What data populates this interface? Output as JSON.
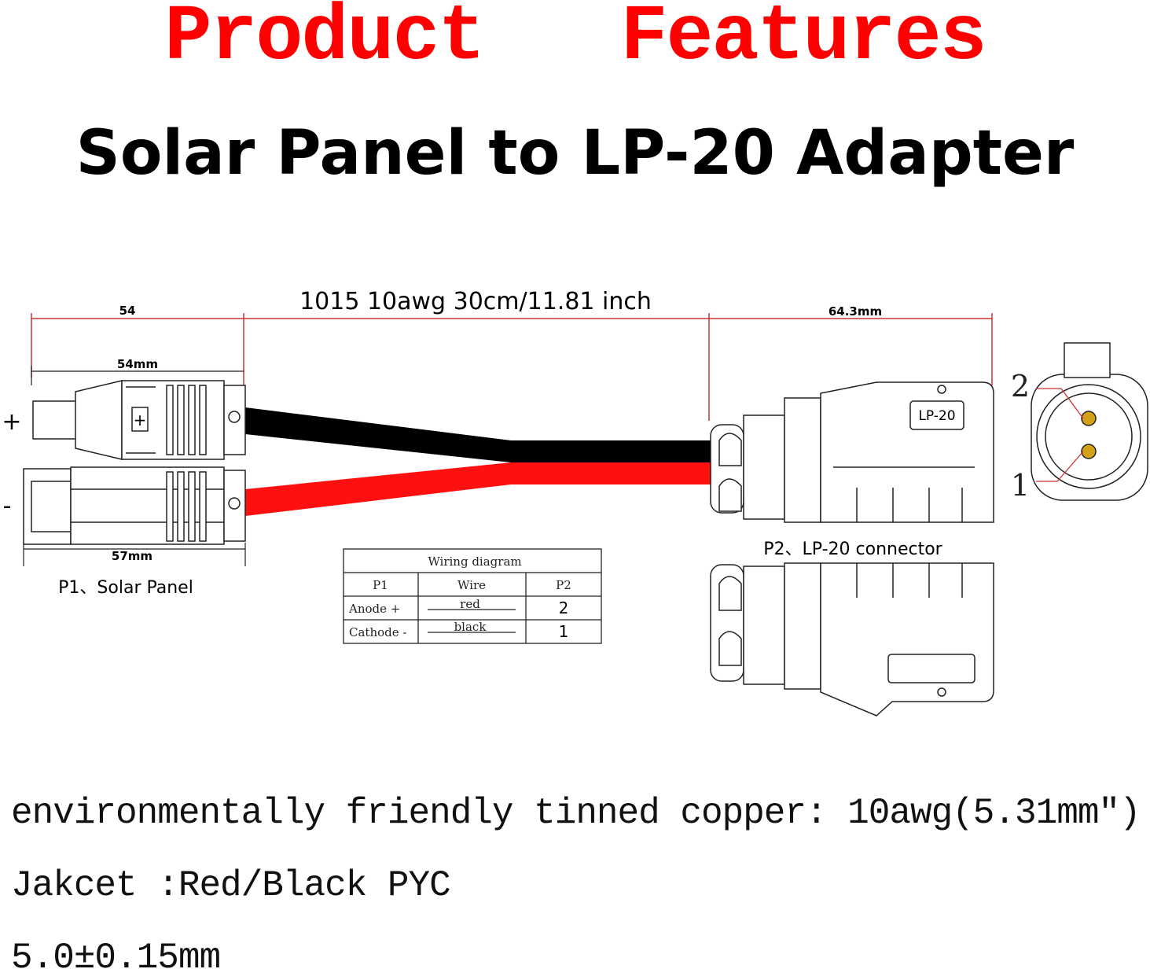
{
  "header": {
    "title": "Product   Features",
    "subtitle": "Solar Panel to LP-20 Adapter"
  },
  "colors": {
    "title": "#ff0000",
    "red_wire": "#ff1010",
    "black_wire": "#000000",
    "dimension_line": "#cc3333",
    "pin_gold": "#d4a017"
  },
  "dimensions": {
    "cable": "1015 10awg 30cm/11.81 inch",
    "p1_overall": "54",
    "p1_inner": "54mm",
    "p1_lower": "57mm",
    "p2_length": "64.3mm"
  },
  "labels": {
    "plus": "+",
    "minus": "-",
    "p1_name": "P1、Solar Panel",
    "p2_name": "P2、LP-20 connector",
    "lp20_badge": "LP-20",
    "pin2": "2",
    "pin1": "1"
  },
  "wiring_table": {
    "title": "Wiring diagram",
    "headers": [
      "P1",
      "Wire",
      "P2"
    ],
    "rows": [
      {
        "p1": "Anode +",
        "wire": "red",
        "p2": "2"
      },
      {
        "p1": "Cathode -",
        "wire": "black",
        "p2": "1"
      }
    ]
  },
  "specs": [
    "environmentally friendly tinned copper: 10awg(5.31mm\")",
    "Jakcet :Red/Black PYC",
    "5.0±0.15mm"
  ]
}
